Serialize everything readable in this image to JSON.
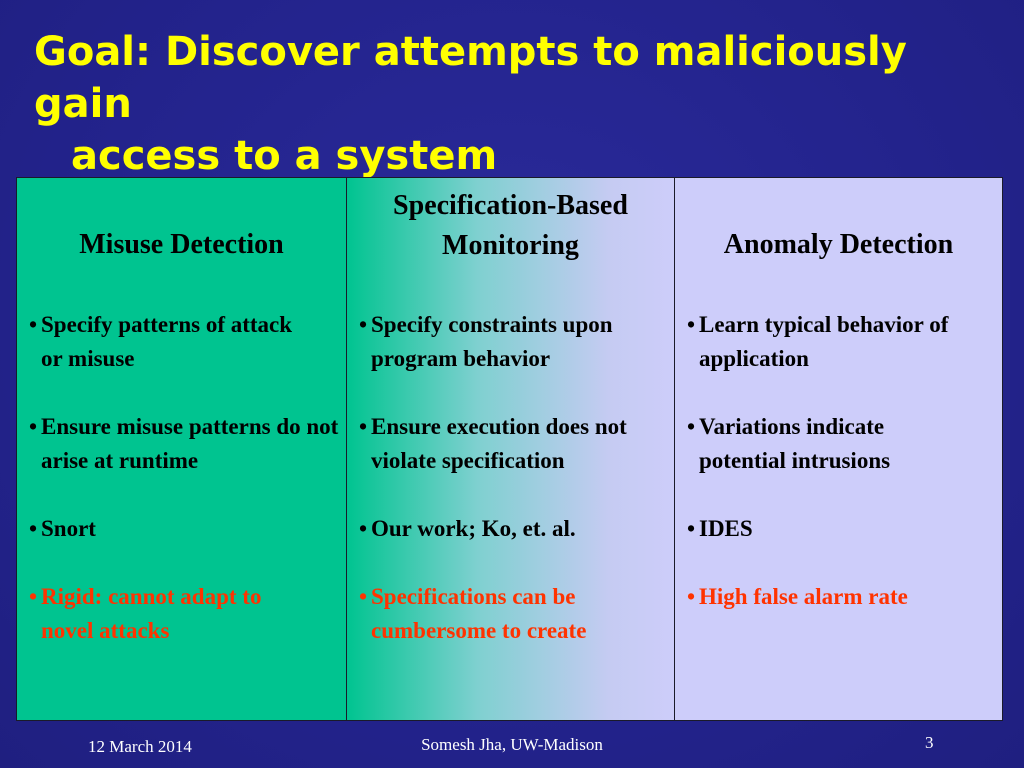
{
  "slide": {
    "title_line1": "Goal: Discover attempts to maliciously gain",
    "title_line2": "access to a system",
    "columns": [
      {
        "header": "Misuse Detection",
        "bullets": [
          {
            "text": "Specify patterns of attack or misuse",
            "color": "#000000"
          },
          {
            "text": "Ensure misuse patterns do not arise at runtime",
            "color": "#000000"
          },
          {
            "text": "Snort",
            "color": "#000000"
          },
          {
            "text": "Rigid: cannot adapt to novel attacks",
            "color": "#ff3300"
          }
        ]
      },
      {
        "header_line1": "Specification-Based",
        "header_line2": "Monitoring",
        "bullets": [
          {
            "text": "Specify constraints upon program behavior",
            "color": "#000000"
          },
          {
            "text": "Ensure execution does not violate specification",
            "color": "#000000"
          },
          {
            "text": "Our work; Ko, et. al.",
            "color": "#000000"
          },
          {
            "text": "Specifications can be cumbersome to create",
            "color": "#ff3300"
          }
        ]
      },
      {
        "header": "Anomaly Detection",
        "bullets": [
          {
            "text": "Learn typical behavior of application",
            "color": "#000000"
          },
          {
            "text": "Variations indicate potential intrusions",
            "color": "#000000"
          },
          {
            "text": "IDES",
            "color": "#000000"
          },
          {
            "text": "High false alarm rate",
            "color": "#ff3300"
          }
        ]
      }
    ],
    "bullet_char": "•",
    "colors": {
      "title": "#ffff00",
      "background": "#23238c",
      "col1_bg": "#00c490",
      "col3_bg": "#cdcdfa",
      "warning": "#ff3300"
    }
  },
  "footer": {
    "date": "12 March 2014",
    "author": "Somesh Jha, UW-Madison",
    "page": "3"
  }
}
